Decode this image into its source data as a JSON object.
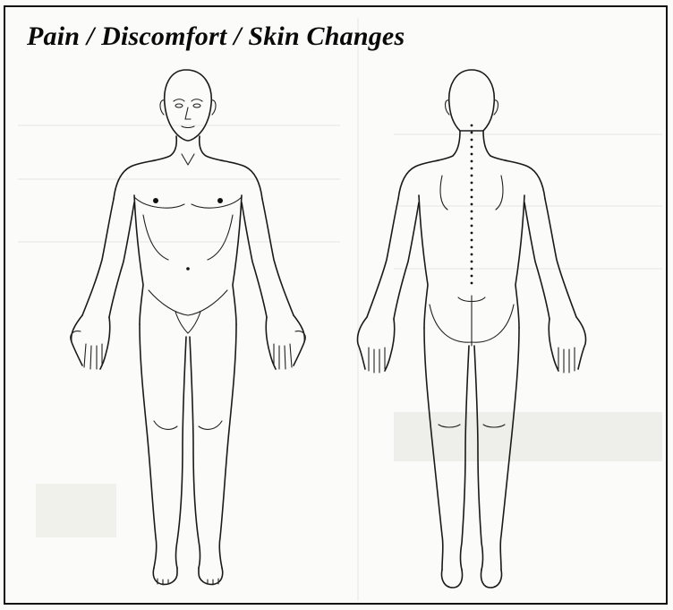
{
  "form": {
    "title": "Pain / Discomfort / Skin Changes"
  },
  "figures": {
    "front_view": "anterior-body-outline",
    "back_view": "posterior-body-outline"
  },
  "colors": {
    "ink": "#111111",
    "paper": "#fbfbfa",
    "bleed_through": "#e6e6e2"
  }
}
